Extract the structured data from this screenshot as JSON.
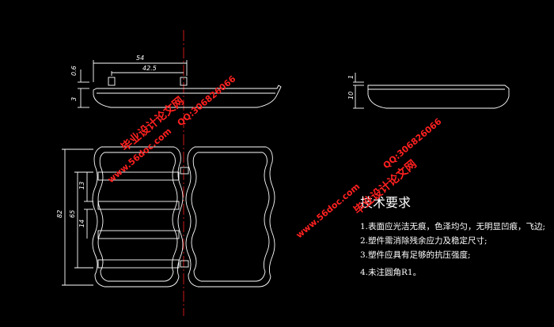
{
  "drawing": {
    "colors": {
      "background": "#000000",
      "outline": "#ffffff",
      "dimension": "#ffffff",
      "centerline": "#ff2020",
      "watermark": "#ff2020"
    },
    "dimensions": {
      "top_length": "54",
      "top_inner": "42.5",
      "top_lip": "0.6",
      "top_height": "3",
      "side_lip": "1",
      "side_height": "10",
      "plan_total": "82",
      "plan_span": "65",
      "plan_rib_a": "13",
      "plan_rib_b": "14"
    },
    "notes": {
      "title": "技术要求",
      "items": [
        "1.表面应光洁无痕，色泽均匀，无明显凹痕，飞边;",
        "2.塑件需消除残余应力及稳定尺寸;",
        "3.塑件应具有足够的抗压强度;",
        "4.未注圆角R1。"
      ]
    },
    "watermarks": {
      "site_cn": "毕业设计论文网",
      "url": "www.56doc.com",
      "qq": "QQ:306826066"
    }
  }
}
